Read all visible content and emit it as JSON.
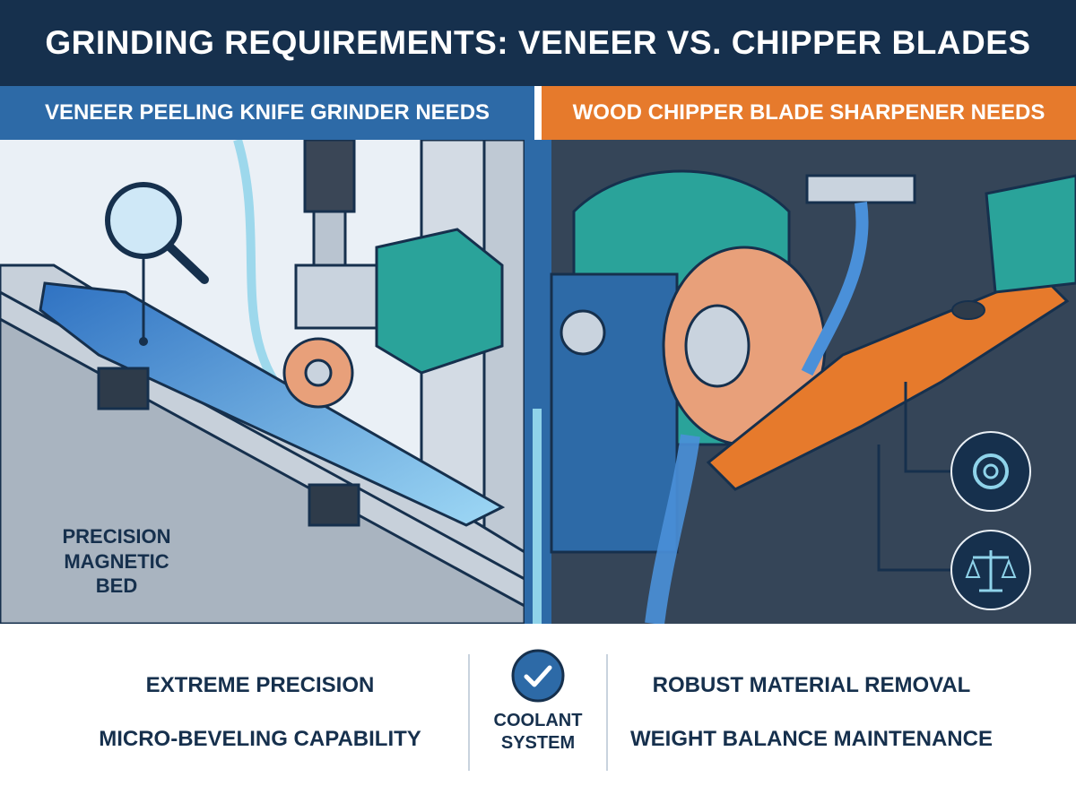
{
  "title": "GRINDING REQUIREMENTS: VENEER VS. CHIPPER BLADES",
  "left_header": "VENEER PEELING KNIFE GRINDER NEEDS",
  "right_header": "WOOD CHIPPER BLADE SHARPENER NEEDS",
  "callout_bed_line1": "PRECISION",
  "callout_bed_line2": "MAGNETIC",
  "callout_bed_line3": "BED",
  "left_features": [
    "EXTREME PRECISION",
    "MICRO-BEVELING CAPABILITY"
  ],
  "center_feature_line1": "COOLANT",
  "center_feature_line2": "SYSTEM",
  "right_features": [
    "ROBUST MATERIAL REMOVAL",
    "WEIGHT BALANCE MAINTENANCE"
  ],
  "icons": [
    "magnifier-icon",
    "gear-icon",
    "scale-icon",
    "check-icon"
  ],
  "colors": {
    "navy": "#16304d",
    "blue": "#2d6aa7",
    "orange": "#e67a2c",
    "teal": "#2aa39a",
    "coolant": "#8fd3ea"
  }
}
